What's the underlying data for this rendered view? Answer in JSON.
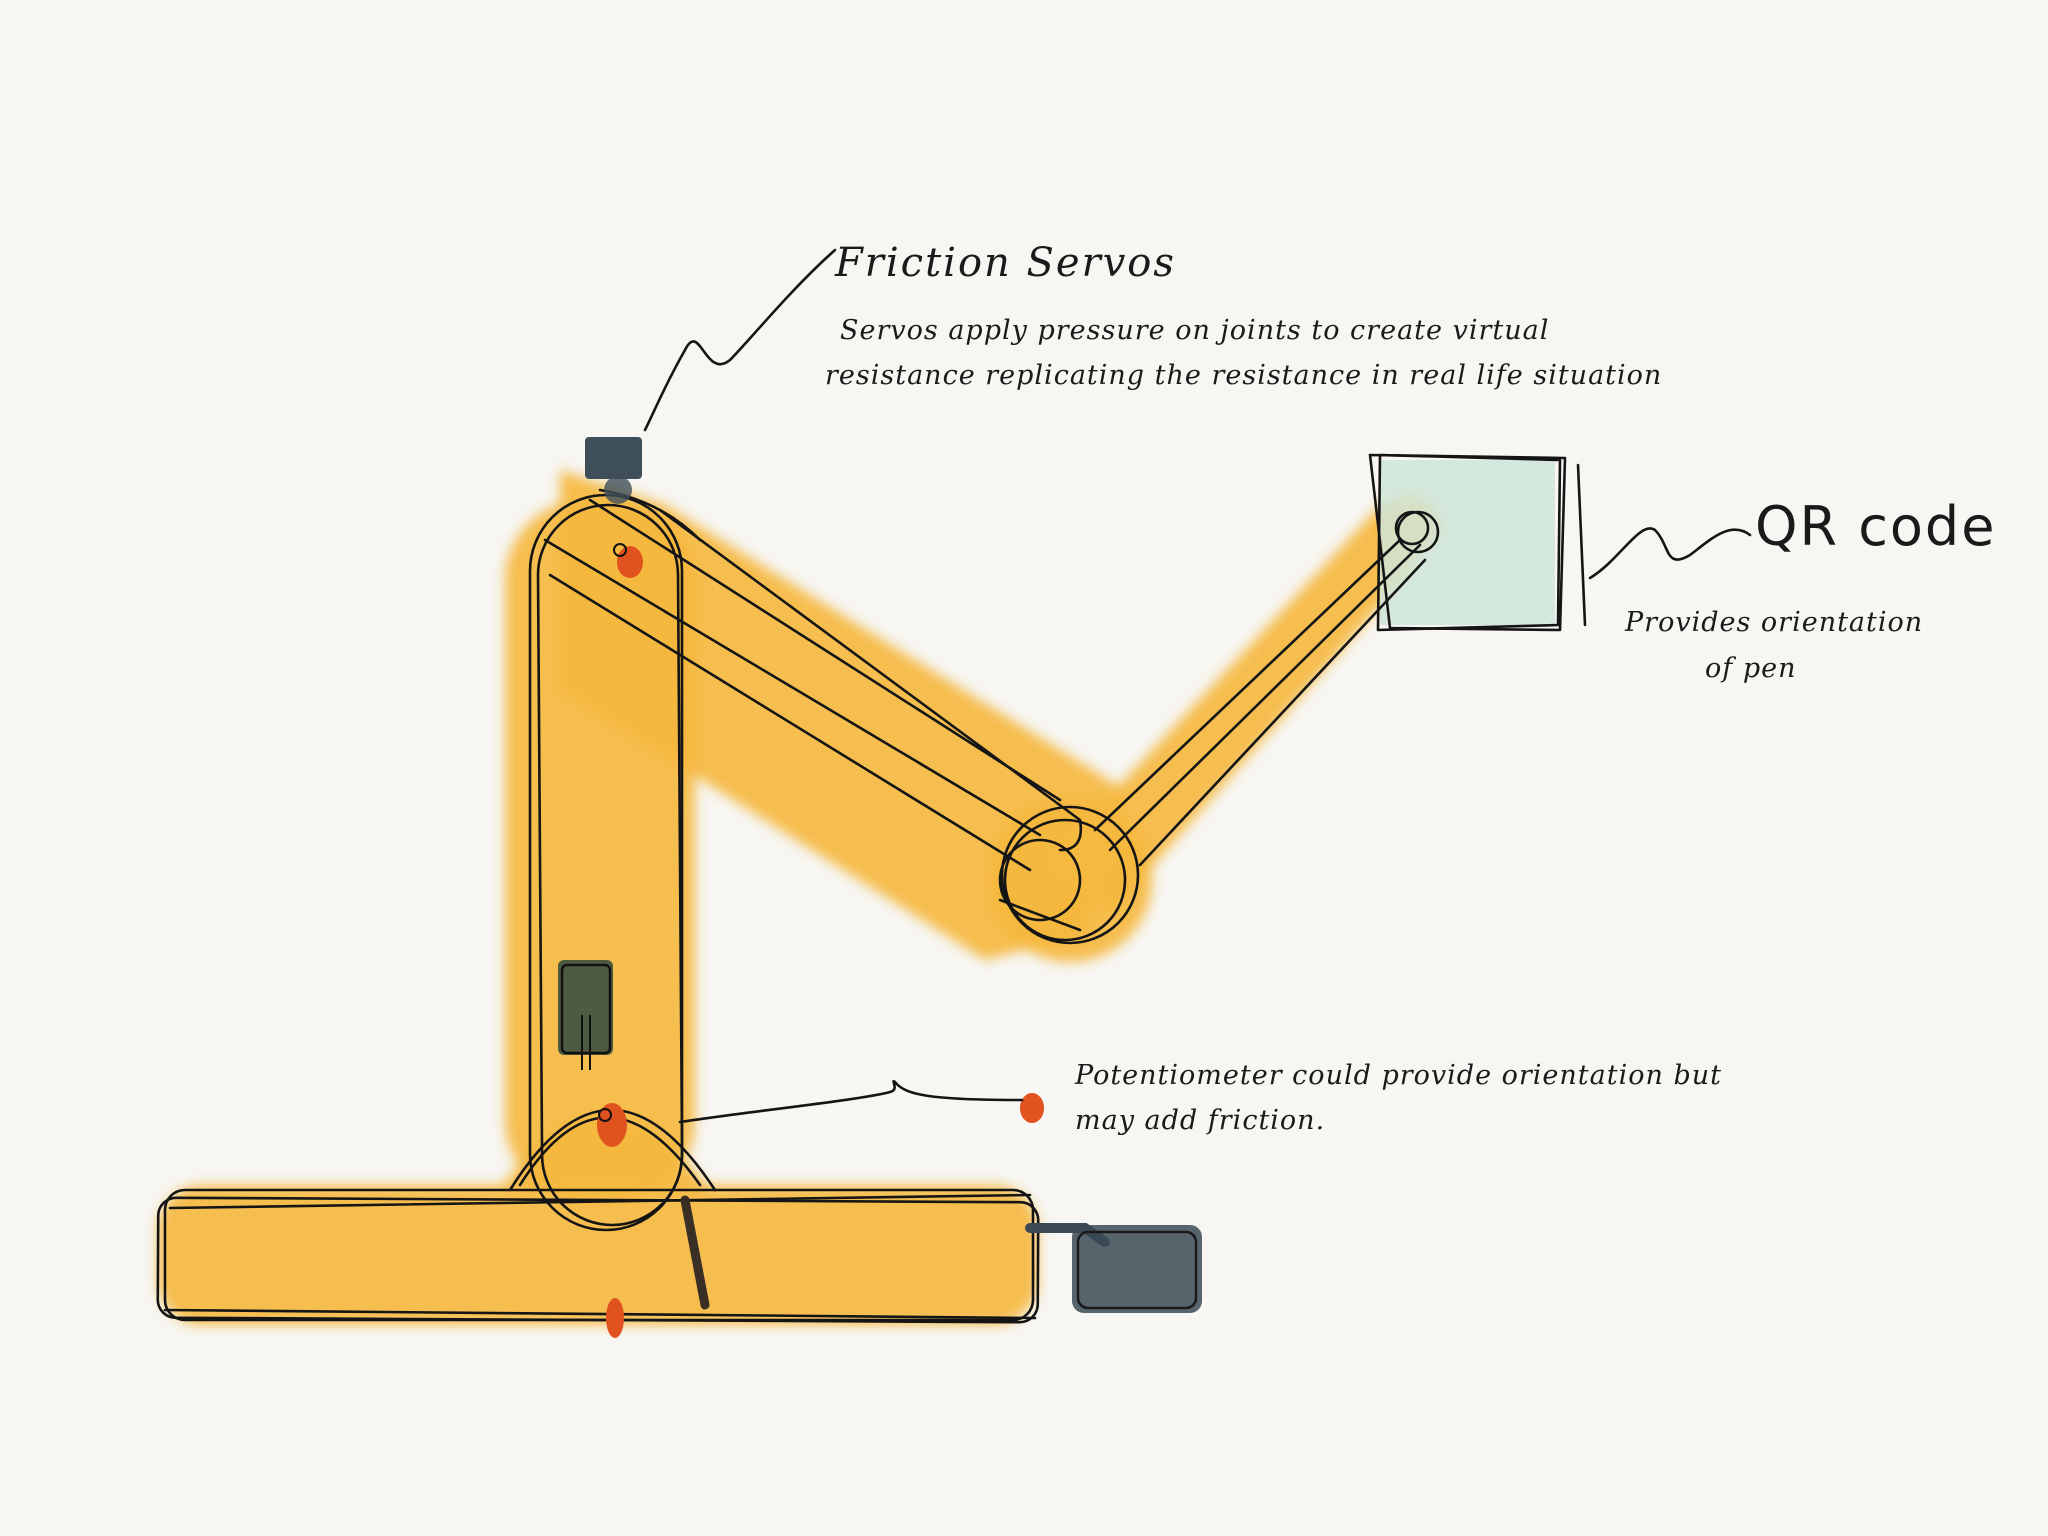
{
  "annotations": {
    "friction_servos": {
      "title": "Friction Servos",
      "lines": [
        "Servos apply pressure  on joints to create virtual",
        "resistance replicating the resistance in real life situation"
      ]
    },
    "qr_code": {
      "title": "QR code",
      "lines": [
        "Provides orientation",
        "of pen"
      ]
    },
    "potentiometer": {
      "lines": [
        "Potentiometer could provide orientation but",
        "may add friction."
      ]
    }
  },
  "colors": {
    "arm": "#f5b83f",
    "arm_glow": "#f7c860",
    "outline": "#151515",
    "servo": "#3f4f5a",
    "qr_fill": "#cfe5d9",
    "potentiometer_dot": "#e0521e",
    "base_servo": "#3b4a55",
    "pot_housing": "#2f4a3e"
  }
}
